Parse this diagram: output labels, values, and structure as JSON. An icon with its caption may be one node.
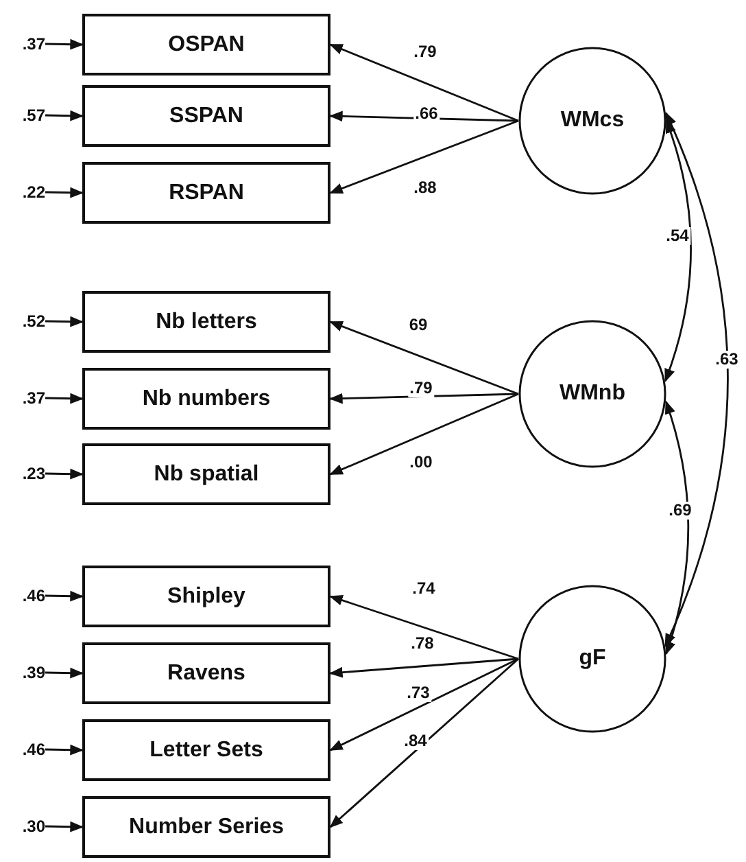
{
  "diagram": {
    "nodes": [
      {
        "text": [
          "OSPAN"
        ]
      },
      {
        "text": [
          "SSPAN"
        ]
      },
      {
        "text": [
          "RSPAN"
        ]
      },
      {
        "text": [
          "Nb letters"
        ]
      },
      {
        "text": [
          "Nb numbers"
        ]
      },
      {
        "text": [
          "Nb spatial"
        ]
      },
      {
        "text": [
          "Shipley"
        ]
      },
      {
        "text": [
          "Ravens"
        ]
      },
      {
        "text": [
          "Letter Sets"
        ]
      },
      {
        "text": [
          "Number Series"
        ]
      },
      {
        "text": [
          "WMcs"
        ]
      },
      {
        "text": [
          "WMnb"
        ]
      },
      {
        "text": [
          "gF"
        ]
      },
      {
        "text": [
          ".37"
        ]
      },
      {
        "text": [
          ".57"
        ]
      },
      {
        "text": [
          ".22"
        ]
      },
      {
        "text": [
          ".52"
        ]
      },
      {
        "text": [
          ".37"
        ]
      },
      {
        "text": [
          ".23"
        ]
      },
      {
        "text": [
          ".46"
        ]
      },
      {
        "text": [
          ".39"
        ]
      },
      {
        "text": [
          ".46"
        ]
      },
      {
        "text": [
          ".30"
        ]
      }
    ],
    "edges": [
      {
        "from": 10,
        "to": 0,
        "arrow": "to",
        "label": ".79"
      },
      {
        "from": 10,
        "to": 1,
        "arrow": "to",
        "label": ".66"
      },
      {
        "from": 10,
        "to": 2,
        "arrow": "to",
        "label": ".88"
      },
      {
        "from": 11,
        "to": 3,
        "arrow": "to",
        "label": "69"
      },
      {
        "from": 11,
        "to": 4,
        "arrow": "to",
        "label": ".79"
      },
      {
        "from": 11,
        "to": 5,
        "arrow": "to",
        "label": ".00"
      },
      {
        "from": 12,
        "to": 6,
        "arrow": "to",
        "label": ".74"
      },
      {
        "from": 12,
        "to": 7,
        "arrow": "to",
        "label": ".78"
      },
      {
        "from": 12,
        "to": 8,
        "arrow": "to",
        "label": ".73"
      },
      {
        "from": 12,
        "to": 9,
        "arrow": "to",
        "label": ".84"
      },
      {
        "from": 10,
        "to": 11,
        "arrow": "both",
        "label": ".54"
      },
      {
        "from": 10,
        "to": 12,
        "arrow": "both",
        "label": ".63"
      },
      {
        "from": 11,
        "to": 12,
        "arrow": "both",
        "label": ".69"
      },
      {
        "from": 13,
        "to": 0,
        "arrow": "to"
      },
      {
        "from": 14,
        "to": 1,
        "arrow": "to"
      },
      {
        "from": 15,
        "to": 2,
        "arrow": "to"
      },
      {
        "from": 16,
        "to": 3,
        "arrow": "to"
      },
      {
        "from": 17,
        "to": 4,
        "arrow": "to"
      },
      {
        "from": 18,
        "to": 5,
        "arrow": "to"
      },
      {
        "from": 19,
        "to": 6,
        "arrow": "to"
      },
      {
        "from": 20,
        "to": 7,
        "arrow": "to"
      },
      {
        "from": 21,
        "to": 8,
        "arrow": "to"
      },
      {
        "from": 22,
        "to": 9,
        "arrow": "to"
      }
    ]
  }
}
